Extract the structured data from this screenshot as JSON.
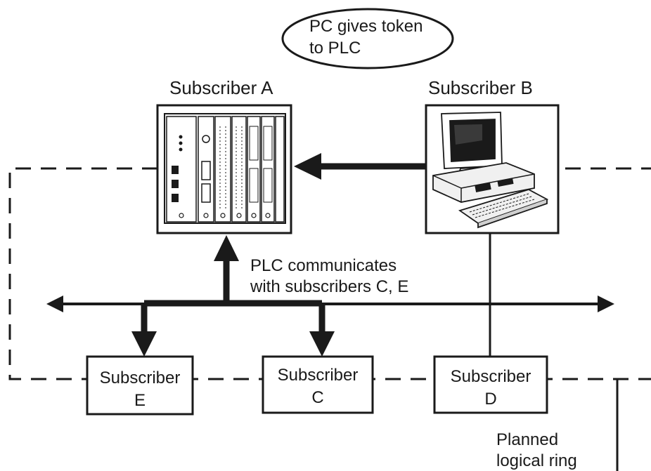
{
  "callout": {
    "line1": "PC gives token",
    "line2": "to PLC"
  },
  "subscriber_a": {
    "label": "Subscriber A"
  },
  "subscriber_b": {
    "label": "Subscriber B"
  },
  "plc_note": {
    "line1": "PLC communicates",
    "line2": "with subscribers C, E"
  },
  "subscriber_e": {
    "line1": "Subscriber",
    "line2": "E"
  },
  "subscriber_c": {
    "line1": "Subscriber",
    "line2": "C"
  },
  "subscriber_d": {
    "line1": "Subscriber",
    "line2": "D"
  },
  "ring_label": {
    "line1": "Planned",
    "line2": "logical ring"
  },
  "colors": {
    "ink": "#1a1a1a",
    "background": "#ffffff"
  }
}
